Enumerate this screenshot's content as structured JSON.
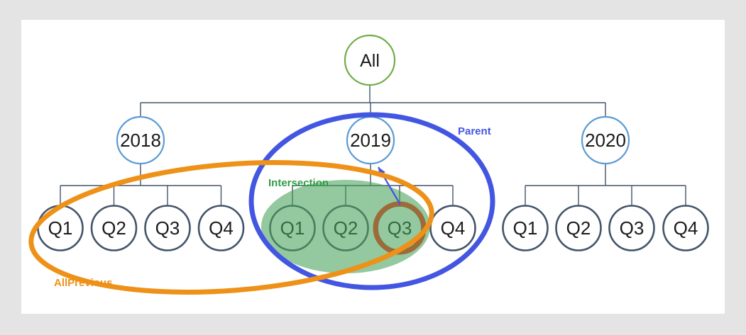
{
  "frame": {
    "background_color": "#e4e4e4",
    "panel_color": "#ffffff"
  },
  "tree": {
    "root": {
      "label": "All"
    },
    "years": [
      {
        "label": "2018",
        "quarters": [
          "Q1",
          "Q2",
          "Q3",
          "Q4"
        ]
      },
      {
        "label": "2019",
        "quarters": [
          "Q1",
          "Q2",
          "Q3",
          "Q4"
        ]
      },
      {
        "label": "2020",
        "quarters": [
          "Q1",
          "Q2",
          "Q3",
          "Q4"
        ]
      }
    ]
  },
  "annotations": {
    "all_previous": {
      "label": "AllPrevious",
      "color": "#ee9118"
    },
    "parent": {
      "label": "Parent",
      "color": "#4356e2"
    },
    "intersection": {
      "label": "Intersection",
      "color": "#2f9e47",
      "fill": "rgba(70,160,88,0.58)"
    },
    "selected_quarter": {
      "year": "2019",
      "quarter": "Q3",
      "ring_color": "#9e6a38"
    },
    "arrow": {
      "color": "#4356e2",
      "points_from": "Q3 of 2019",
      "points_to": "2019"
    }
  },
  "colors": {
    "root_stroke": "#70ad47",
    "year_stroke": "#5b9bd5",
    "quarter_stroke": "#44546a",
    "connector": "#44546a",
    "node_text": "#1b1b1b",
    "node_fill": "#ffffff"
  }
}
